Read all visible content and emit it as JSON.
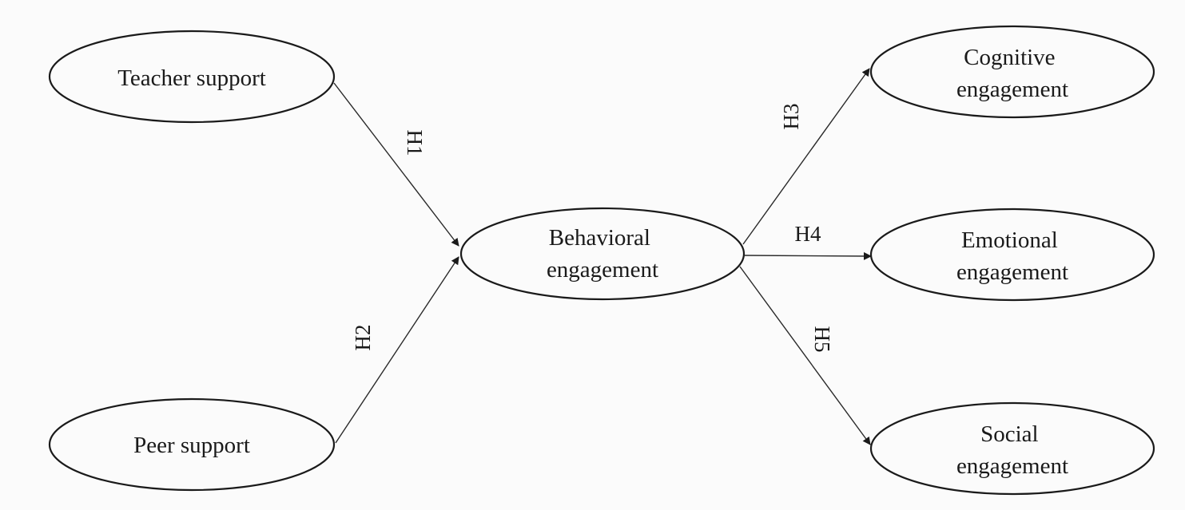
{
  "nodes": [
    {
      "id": "teacher",
      "lines": [
        "Teacher support"
      ]
    },
    {
      "id": "peer",
      "lines": [
        "Peer support"
      ]
    },
    {
      "id": "behavioral",
      "lines": [
        "Behavioral",
        "engagement"
      ]
    },
    {
      "id": "cognitive",
      "lines": [
        "Cognitive",
        "engagement"
      ]
    },
    {
      "id": "emotional",
      "lines": [
        "Emotional",
        "engagement"
      ]
    },
    {
      "id": "social",
      "lines": [
        "Social",
        "engagement"
      ]
    }
  ],
  "edges": [
    {
      "id": "h1",
      "from": "teacher",
      "to": "behavioral",
      "label": "H1"
    },
    {
      "id": "h2",
      "from": "peer",
      "to": "behavioral",
      "label": "H2"
    },
    {
      "id": "h3",
      "from": "behavioral",
      "to": "cognitive",
      "label": "H3"
    },
    {
      "id": "h4",
      "from": "behavioral",
      "to": "emotional",
      "label": "H4"
    },
    {
      "id": "h5",
      "from": "behavioral",
      "to": "social",
      "label": "H5"
    }
  ]
}
